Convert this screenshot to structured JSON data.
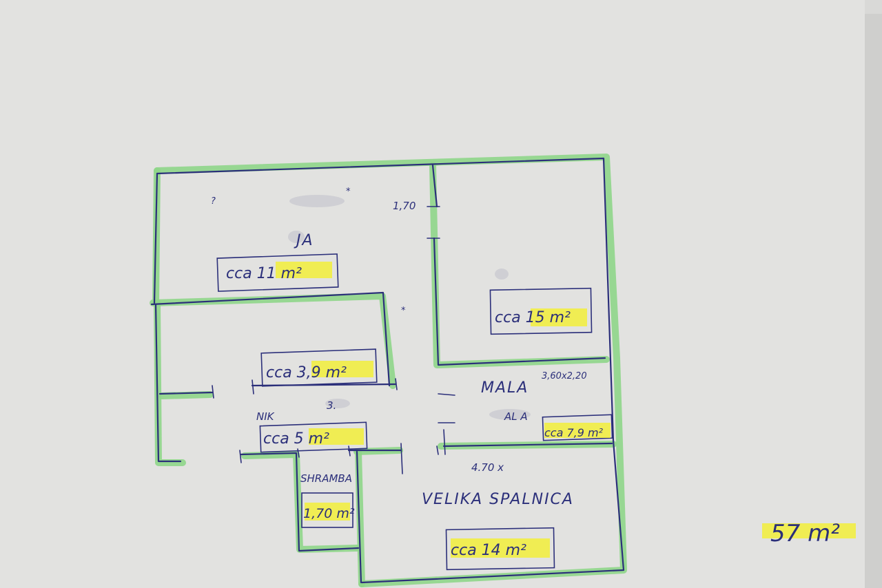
{
  "plan": {
    "total_area": "57 m²",
    "rooms": [
      {
        "id": "top-left",
        "name": "JA",
        "area": "cca 11 m²"
      },
      {
        "id": "top-right",
        "name": "",
        "area": "cca 15 m²"
      },
      {
        "id": "middle-left",
        "name": "",
        "area": "cca 3,9 m²"
      },
      {
        "id": "hall",
        "name": "NIK",
        "area": "cca 5 m²"
      },
      {
        "id": "storage",
        "name": "SHRAMBA",
        "area": "1,70 m²"
      },
      {
        "id": "small-bedroom",
        "name": "MALA",
        "name2": "AL A",
        "dims": "3,60x2,20",
        "area": "cca 7,9 m²"
      },
      {
        "id": "big-bedroom",
        "name": "VELIKA SPALNICA",
        "dims": "4.70 x",
        "area": "cca 14 m²"
      }
    ],
    "notes": {
      "door_width": "1,70",
      "hall_dim": "3."
    }
  },
  "colors": {
    "wall_highlight": "#8fd68a",
    "ink": "#2b2f7a",
    "area_highlight": "#f2ee3a"
  }
}
